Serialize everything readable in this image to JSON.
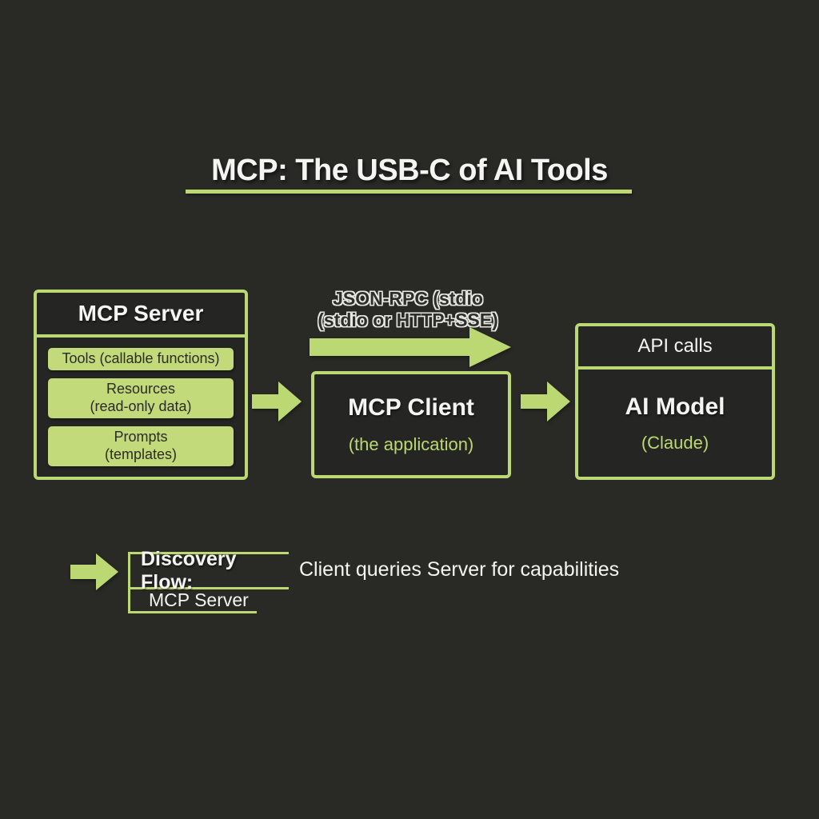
{
  "title": {
    "text": "MCP: The USB-C of AI Tools"
  },
  "server_box": {
    "title": "MCP Server",
    "capabilities": [
      "Tools (callable functions)",
      "Resources\n(read-only data)",
      "Prompts\n(templates)"
    ]
  },
  "transport": {
    "line1": "JSON-RPC (stdio",
    "line2": "(stdio or HTTP+SSE)"
  },
  "client_box": {
    "title": "MCP Client",
    "subtitle": "(the application)"
  },
  "model_box": {
    "header": "API calls",
    "title": "AI Model",
    "subtitle": "(Claude)"
  },
  "discovery": {
    "label": "Discovery Flow:",
    "description": "Client queries Server for capabilities",
    "sub_label": "MCP Server"
  },
  "icons": {
    "server_to_client_arrow": "right-arrow",
    "client_to_model_arrow": "right-arrow",
    "transport_arrow": "right-arrow",
    "discovery_arrow": "right-arrow"
  },
  "colors": {
    "background": "#292926",
    "accent_green": "#bcd873",
    "pill_green": "#c3da7b",
    "text_white": "#f4f4f1",
    "text_dark": "#2b2b27"
  }
}
